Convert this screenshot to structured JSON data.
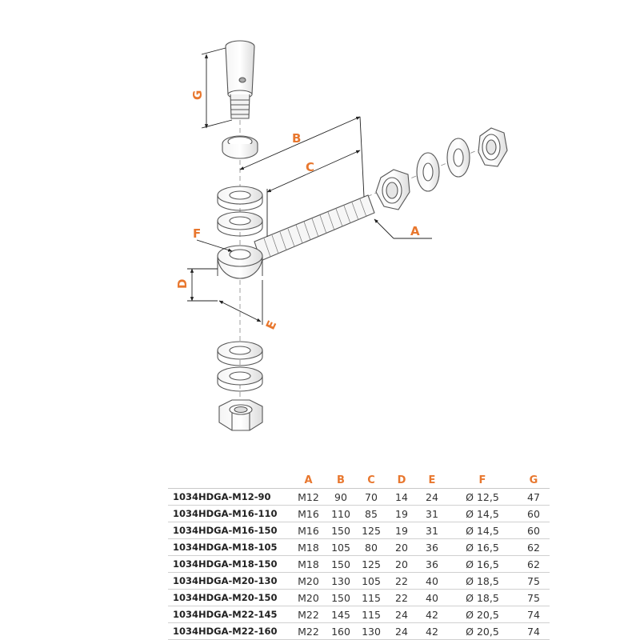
{
  "drawing": {
    "labels": {
      "A": "A",
      "B": "B",
      "C": "C",
      "D": "D",
      "E": "E",
      "F": "F",
      "G": "G"
    },
    "accent_color": "#e8772e"
  },
  "table": {
    "headers": [
      "",
      "A",
      "B",
      "C",
      "D",
      "E",
      "F",
      "G"
    ],
    "rows": [
      [
        "1034HDGA-M12-90",
        "M12",
        "90",
        "70",
        "14",
        "24",
        "Ø 12,5",
        "47"
      ],
      [
        "1034HDGA-M16-110",
        "M16",
        "110",
        "85",
        "19",
        "31",
        "Ø 14,5",
        "60"
      ],
      [
        "1034HDGA-M16-150",
        "M16",
        "150",
        "125",
        "19",
        "31",
        "Ø 14,5",
        "60"
      ],
      [
        "1034HDGA-M18-105",
        "M18",
        "105",
        "80",
        "20",
        "36",
        "Ø 16,5",
        "62"
      ],
      [
        "1034HDGA-M18-150",
        "M18",
        "150",
        "125",
        "20",
        "36",
        "Ø 16,5",
        "62"
      ],
      [
        "1034HDGA-M20-130",
        "M20",
        "130",
        "105",
        "22",
        "40",
        "Ø 18,5",
        "75"
      ],
      [
        "1034HDGA-M20-150",
        "M20",
        "150",
        "115",
        "22",
        "40",
        "Ø 18,5",
        "75"
      ],
      [
        "1034HDGA-M22-145",
        "M22",
        "145",
        "115",
        "24",
        "42",
        "Ø 20,5",
        "74"
      ],
      [
        "1034HDGA-M22-160",
        "M22",
        "160",
        "130",
        "24",
        "42",
        "Ø 20,5",
        "74"
      ]
    ]
  }
}
